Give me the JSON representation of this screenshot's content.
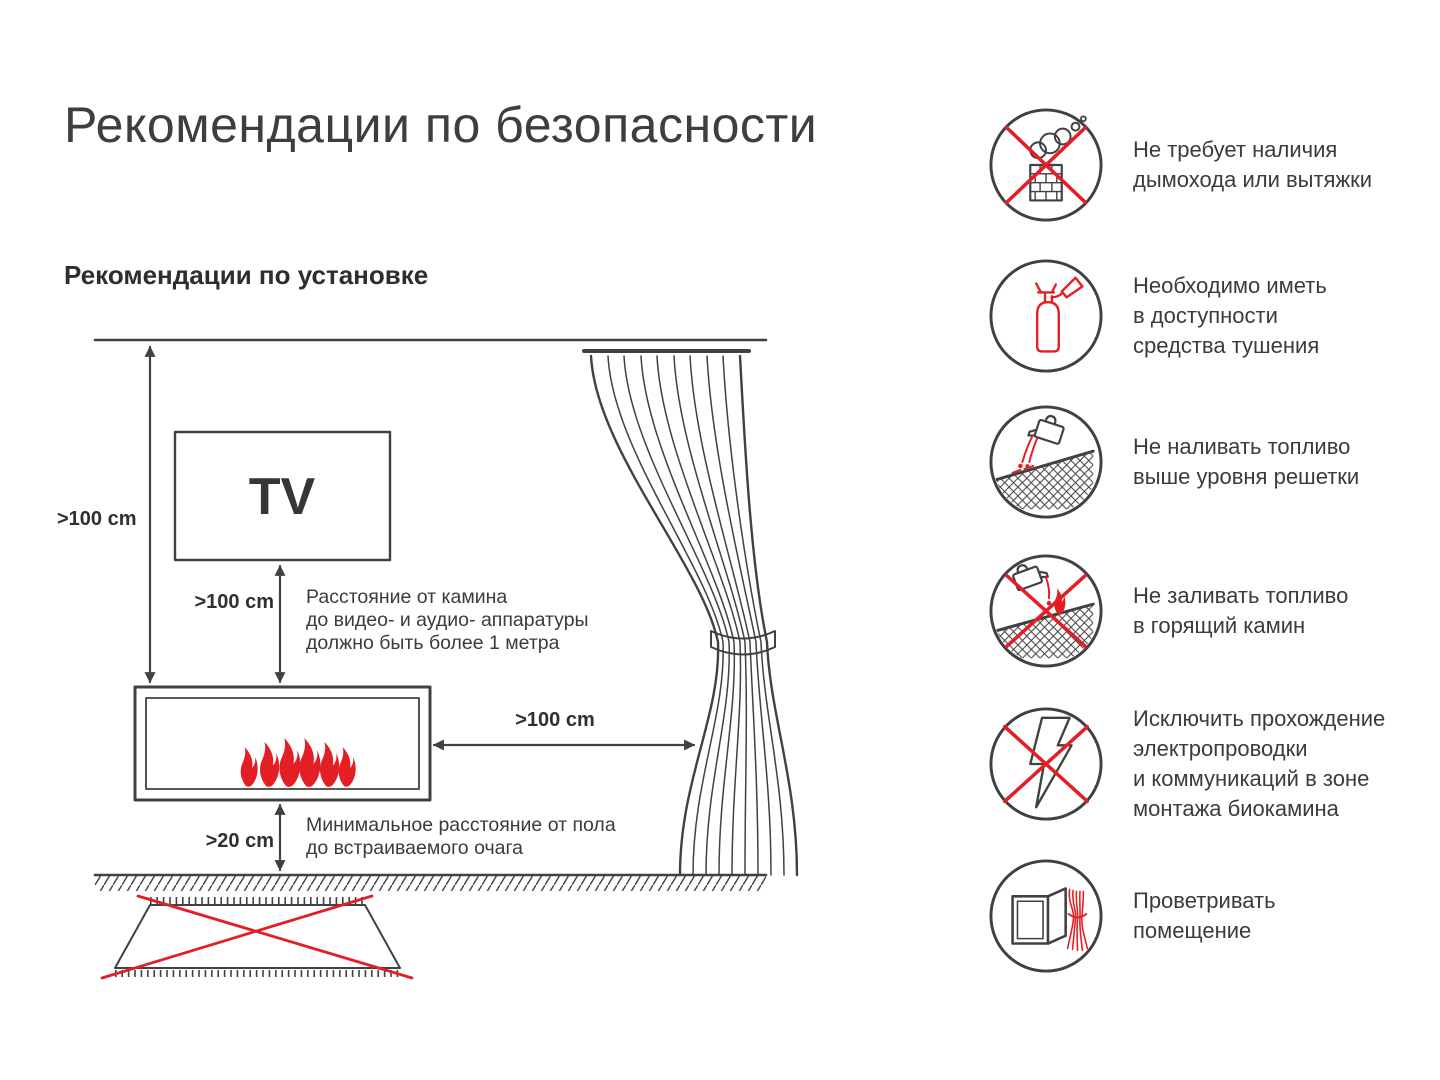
{
  "page": {
    "title": "Рекомендации по безопасности",
    "subtitle": "Рекомендации по установке"
  },
  "diagram": {
    "tv_label": "TV",
    "dim_wall_to_fireplace": ">100 cm",
    "dim_tv_to_fireplace": ">100 cm",
    "dim_fireplace_to_curtain": ">100 cm",
    "dim_fireplace_to_floor": ">20 cm",
    "tv_note": [
      "Расстояние от камина",
      "до видео- и аудио- аппаратуры",
      "должно быть более 1 метра"
    ],
    "floor_note": [
      "Минимальное расстояние от пола",
      "до встраиваемого очага"
    ]
  },
  "safety_items": [
    {
      "icon": "no-chimney-icon",
      "lines": [
        "Не требует наличия",
        "дымохода или вытяжки"
      ]
    },
    {
      "icon": "fire-extinguisher-icon",
      "lines": [
        "Необходимо иметь",
        "в доступности",
        "средства тушения"
      ]
    },
    {
      "icon": "fuel-level-icon",
      "lines": [
        "Не наливать топливо",
        "выше уровня решетки"
      ]
    },
    {
      "icon": "no-refuel-burning-icon",
      "lines": [
        "Не заливать топливо",
        "в горящий камин"
      ]
    },
    {
      "icon": "no-electrical-wiring-icon",
      "lines": [
        "Исключить прохождение",
        "электропроводки",
        "и коммуникаций в зоне",
        "монтажа биокамина"
      ]
    },
    {
      "icon": "ventilate-room-icon",
      "lines": [
        "Проветривать",
        "помещение"
      ]
    }
  ],
  "colors": {
    "accent_red": "#e31e24",
    "line_gray": "#414042",
    "text_gray": "#3a3b3d",
    "title_gray": "#3d3e40"
  }
}
